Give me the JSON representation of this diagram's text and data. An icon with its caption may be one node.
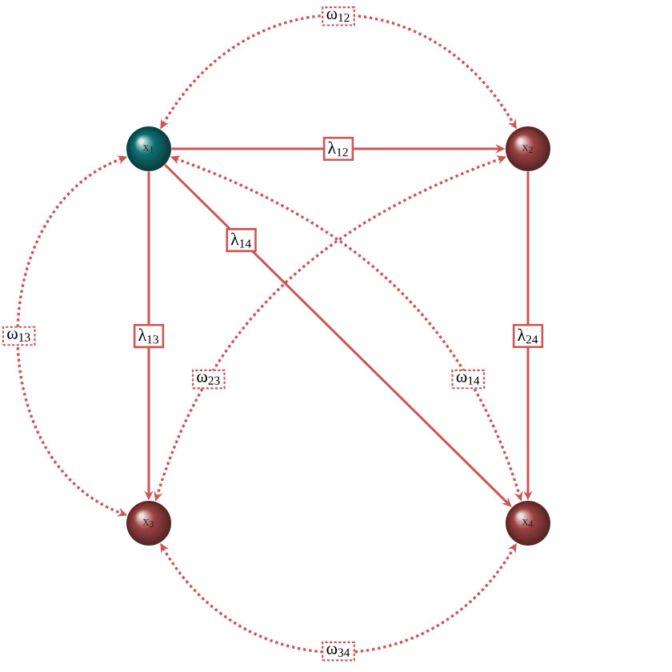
{
  "diagram": {
    "nodes": [
      {
        "text": [
          "x$_{1}$"
        ]
      },
      {
        "text": [
          "x$_{2}$"
        ]
      },
      {
        "text": [
          "x$_{3}$"
        ]
      },
      {
        "text": [
          "x$_{4}$"
        ]
      }
    ],
    "edges": [
      {
        "from": 0,
        "to": 1,
        "arrow": "to",
        "label": "λ$_{12}$"
      },
      {
        "from": 0,
        "to": 2,
        "arrow": "to",
        "label": "λ$_{13}$"
      },
      {
        "from": 0,
        "to": 3,
        "arrow": "to",
        "label": "λ$_{14}$"
      },
      {
        "from": 1,
        "to": 3,
        "arrow": "to",
        "label": "λ$_{24}$"
      },
      {
        "from": 0,
        "to": 1,
        "arrow": "both",
        "label": "ω$_{12}$",
        "style": "dashed"
      },
      {
        "from": 0,
        "to": 2,
        "arrow": "both",
        "label": "ω$_{13}$",
        "style": "dashed"
      },
      {
        "from": 1,
        "to": 2,
        "arrow": "both",
        "label": "ω$_{23}$",
        "style": "dashed"
      },
      {
        "from": 0,
        "to": 3,
        "arrow": "both",
        "label": "ω$_{14}$",
        "style": "dashed"
      },
      {
        "from": 2,
        "to": 3,
        "arrow": "both",
        "label": "ω$_{34}$",
        "style": "dashed"
      }
    ]
  }
}
